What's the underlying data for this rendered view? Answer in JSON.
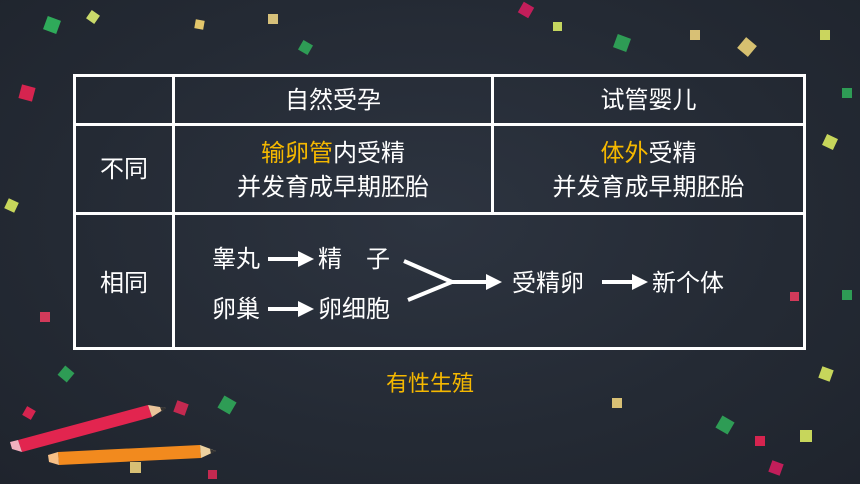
{
  "table": {
    "header": {
      "corner": "",
      "col1": "自然受孕",
      "col2": "试管婴儿"
    },
    "row_diff": {
      "label": "不同",
      "col1_line1_highlight": "输卵管",
      "col1_line1_rest": "内受精",
      "col1_line2": "并发育成早期胚胎",
      "col2_line1_highlight": "体外",
      "col2_line1_rest": "受精",
      "col2_line2": "并发育成早期胚胎"
    },
    "row_same": {
      "label": "相同",
      "flow": {
        "male_organ": "睾丸",
        "sperm": "精　子",
        "female_organ": "卵巢",
        "egg": "卵细胞",
        "zygote": "受精卵",
        "result": "新个体"
      }
    }
  },
  "footer_text": "有性生殖",
  "colors": {
    "background": "#252b36",
    "highlight": "#f5b800",
    "line": "#ffffff"
  },
  "decor": {
    "pencils": [
      "red-pencil",
      "orange-pencil"
    ]
  }
}
